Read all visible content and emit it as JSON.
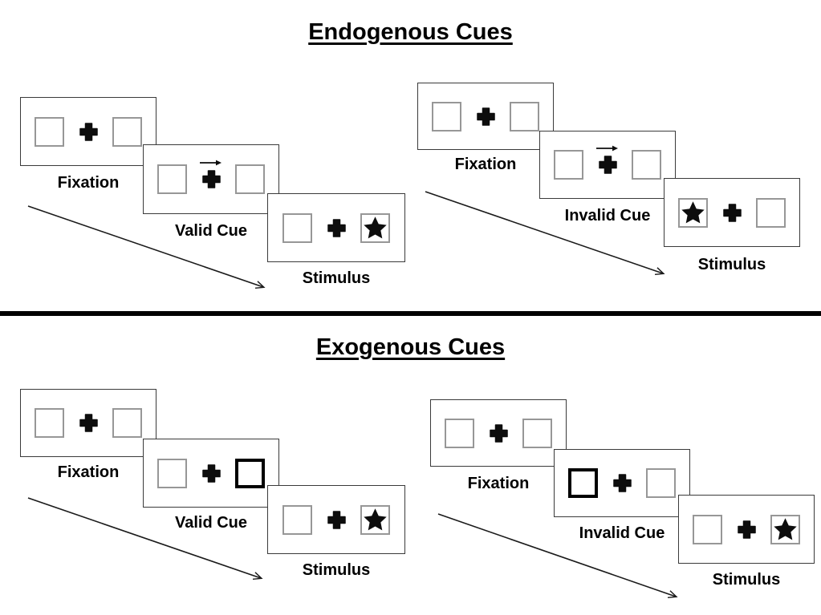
{
  "sections": [
    {
      "title": "Endogenous Cues",
      "trials": [
        {
          "name": "valid-trial",
          "steps": [
            {
              "label": "Fixation",
              "cue": "none",
              "target": "none"
            },
            {
              "label": "Valid Cue",
              "cue": "central-arrow-right",
              "target": "none"
            },
            {
              "label": "Stimulus",
              "cue": "none",
              "target": "star-right"
            }
          ]
        },
        {
          "name": "invalid-trial",
          "steps": [
            {
              "label": "Fixation",
              "cue": "none",
              "target": "none"
            },
            {
              "label": "Invalid Cue",
              "cue": "central-arrow-right",
              "target": "none"
            },
            {
              "label": "Stimulus",
              "cue": "none",
              "target": "star-left"
            }
          ]
        }
      ]
    },
    {
      "title": "Exogenous Cues",
      "trials": [
        {
          "name": "valid-trial",
          "steps": [
            {
              "label": "Fixation",
              "cue": "none",
              "target": "none"
            },
            {
              "label": "Valid Cue",
              "cue": "highlighted-box-right",
              "target": "none"
            },
            {
              "label": "Stimulus",
              "cue": "none",
              "target": "star-right"
            }
          ]
        },
        {
          "name": "invalid-trial",
          "steps": [
            {
              "label": "Fixation",
              "cue": "none",
              "target": "none"
            },
            {
              "label": "Invalid Cue",
              "cue": "highlighted-box-left",
              "target": "none"
            },
            {
              "label": "Stimulus",
              "cue": "none",
              "target": "star-right"
            }
          ]
        }
      ]
    }
  ],
  "icons": {
    "fixation_cross": "heavy-plus",
    "cue_arrow": "right-arrow",
    "target": "filled-star",
    "time_arrow": "diagonal-arrow-down-right"
  },
  "colors": {
    "background": "#ffffff",
    "ink": "#0d0d0d",
    "panel_border": "#3a3a3a",
    "box_border": "#979797",
    "cue_box_border": "#000000",
    "divider": "#000000"
  }
}
